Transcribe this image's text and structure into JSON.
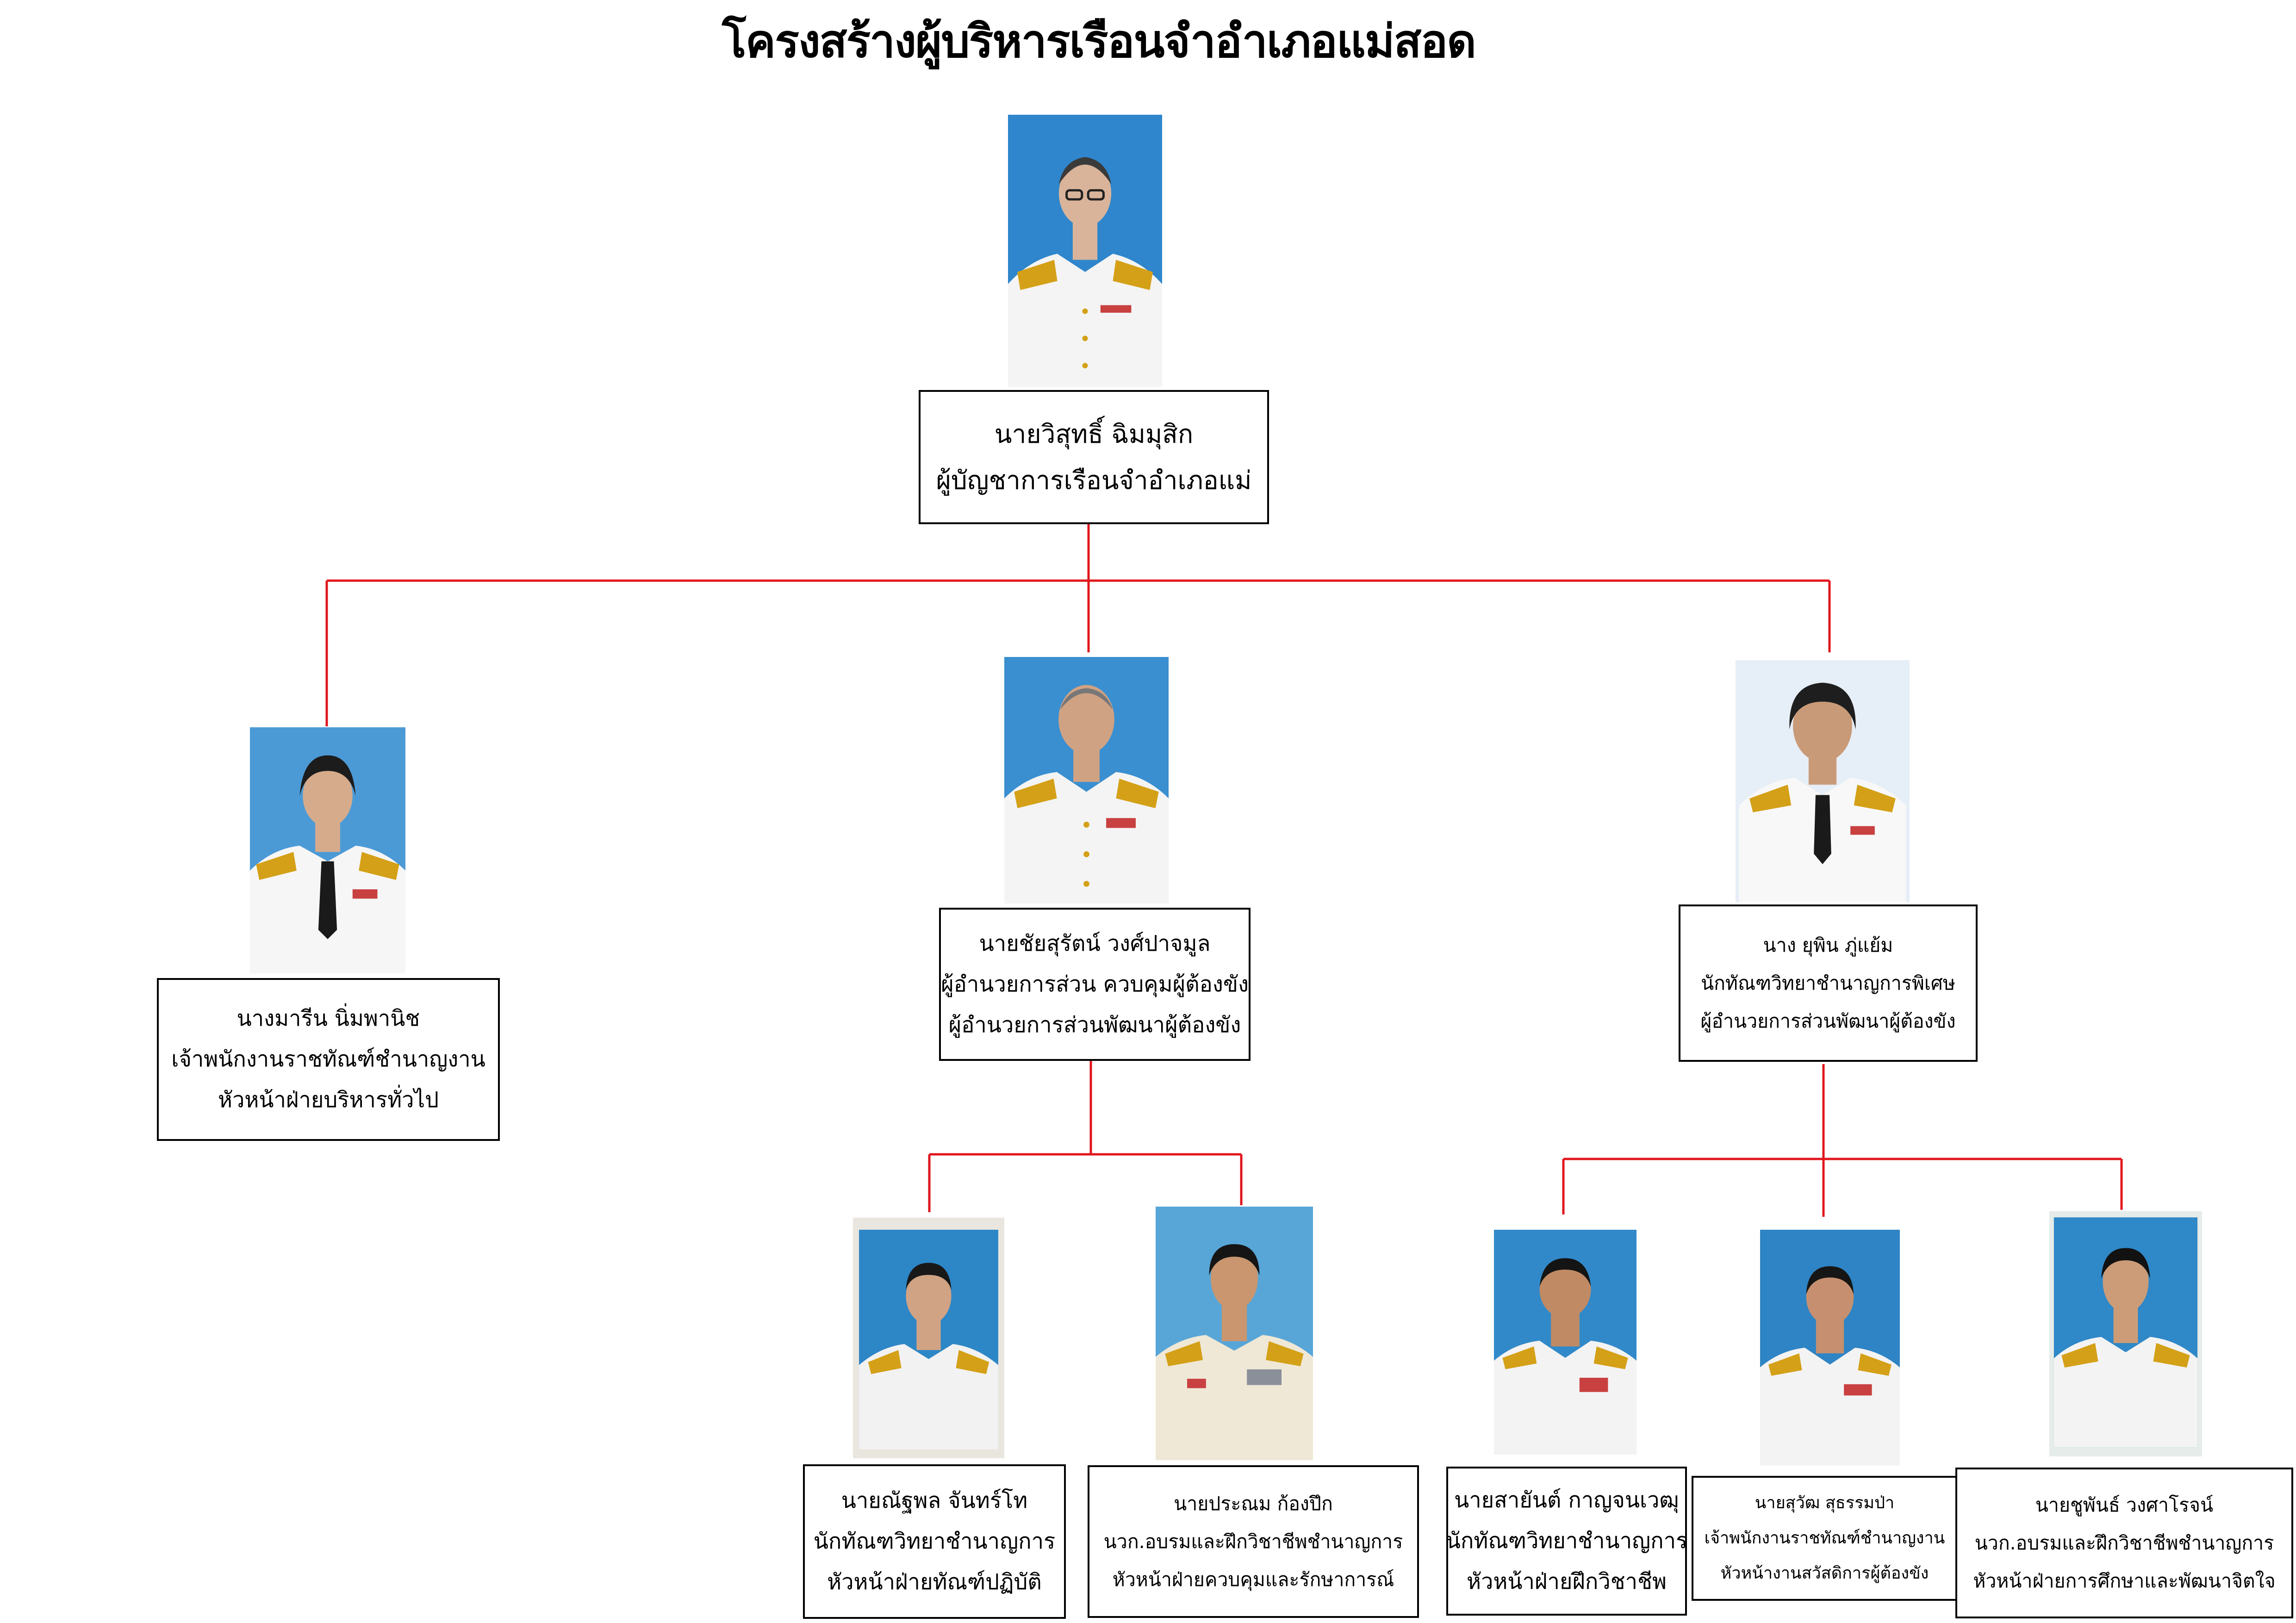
{
  "title": "โครงสร้างผู้บริหารเรือนจำอำเภอแม่สอด",
  "colors": {
    "connector": "#e0161c",
    "box_border": "#000000",
    "photo_bg_blue": "#2f86cc",
    "photo_bg_light": "#e6eef7",
    "uniform": "#f4f4f4",
    "epaulette": "#d4a017"
  },
  "people": [
    {
      "id": "director",
      "name": "นายวิสุทธิ์  ฉิมมุสิก",
      "lines": [
        "ผู้บัญชาการเรือนจำอำเภอแม่"
      ]
    },
    {
      "id": "admin-head",
      "name": "นางมารีน  นิ่มพานิช",
      "lines": [
        "เจ้าพนักงานราชทัณฑ์ชำนาญงาน",
        "หัวหน้าฝ่ายบริหารทั่วไป"
      ]
    },
    {
      "id": "deputy-control",
      "name": "นายชัยสุรัตน์  วงศ์ปาจมูล",
      "lines": [
        "ผู้อำนวยการส่วน ควบคุมผู้ต้องขัง",
        "ผู้อำนวยการส่วนพัฒนาผู้ต้องขัง"
      ]
    },
    {
      "id": "deputy-development",
      "name": "นาง ยุพิน  ภู่แย้ม",
      "lines": [
        "นักทัณฑวิทยาชำนาญการพิเศษ",
        "ผู้อำนวยการส่วนพัฒนาผู้ต้องขัง"
      ]
    },
    {
      "id": "practice-head",
      "name": "นายณัฐพล จันทร์โท",
      "lines": [
        "นักทัณฑวิทยาชำนาญการ",
        "หัวหน้าฝ่ายทัณฑ์ปฏิบัติ"
      ]
    },
    {
      "id": "security-head",
      "name": "นายประณม  ก้องปึก",
      "lines": [
        "นวก.อบรมและฝึกวิชาชีพชำนาญการ",
        "หัวหน้าฝ่ายควบคุมและรักษาการณ์"
      ]
    },
    {
      "id": "vocational-head",
      "name": "นายสายันต์ กาญจนเวฒุ",
      "lines": [
        "นักทัณฑวิทยาชำนาญการ",
        "หัวหน้าฝ่ายฝึกวิชาชีพ"
      ]
    },
    {
      "id": "welfare-head",
      "name": "นายสุวัฒ สุธรรมป่า",
      "lines": [
        "เจ้าพนักงานราชทัณฑ์ชำนาญงาน",
        "หัวหน้างานสวัสดิการผู้ต้องขัง"
      ]
    },
    {
      "id": "education-head",
      "name": "นายชูพันธ์ วงศาโรจน์",
      "lines": [
        "นวก.อบรมและฝึกวิชาชีพชำนาญการ",
        "หัวหน้าฝ่ายการศึกษาและพัฒนาจิตใจ"
      ]
    }
  ]
}
